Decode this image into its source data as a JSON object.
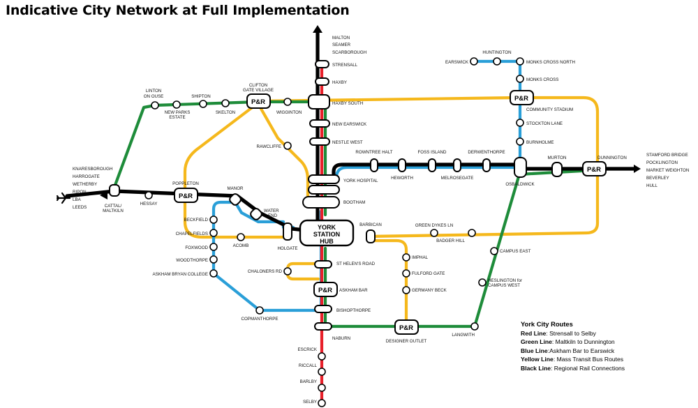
{
  "title": "Indicative City Network at Full Implementation",
  "colors": {
    "red": "#e8202a",
    "green": "#1e8c3a",
    "blue": "#2a9fd8",
    "yellow": "#f5b81c",
    "black": "#000000"
  },
  "hub": {
    "line1": "YORK",
    "line2": "STATION",
    "line3": "HUB"
  },
  "park_and_ride_label": "P&R",
  "north_destinations": [
    "MALTON",
    "SEAMER",
    "SCARBOROUGH"
  ],
  "east_destinations": [
    "STAMFORD BRIDGE",
    "POCKLINGTON",
    "MARKET WEIGHTON",
    "BEVERLEY",
    "HULL"
  ],
  "west_destinations": [
    "KNARESBOROUGH",
    "HARROGATE",
    "WETHERBY",
    "RIPON",
    "LBA",
    "LEEDS"
  ],
  "airport_icon": "airplane-icon",
  "stations": {
    "strensall": "STRENSALL",
    "haxby": "HAXBY",
    "haxby_south": "HAXBY SOUTH",
    "new_earswick": "NEW EARSWICK",
    "nestle_west": "NESTLE WEST",
    "york_hospital": "YORK HOSPITAL",
    "bootham": "BOOTHAM",
    "st_helens_road": "ST HELEN'S ROAD",
    "askham_bar": "ASKHAM BAR",
    "bishopthorpe": "BISHOPTHORPE",
    "naburn": "NABURN",
    "escrick": "ESCRICK",
    "riccall": "RICCALL",
    "barlby": "BARLBY",
    "selby": "SELBY",
    "linton_l1": "LINTON",
    "linton_l2": "ON OUSE",
    "shipton": "SHIPTON",
    "new_parks_l1": "NEW PARKS",
    "new_parks_l2": "ESTATE",
    "skelton": "SKELTON",
    "clifton_l1": "CLIFTON",
    "clifton_l2": "GATE VILLAGE",
    "wigginton": "WIGGINTON",
    "rawcliffe": "RAWCLIFFE",
    "cattal_l1": "CATTAL/",
    "cattal_l2": "MALTKILN",
    "hessay": "HESSAY",
    "poppleton": "POPPLETON",
    "manor": "MANOR",
    "water_l1": "WATER",
    "water_l2": "END",
    "holgate": "HOLGATE",
    "acomb": "ACOMB",
    "beckfield": "BECKFIELD",
    "chapelfields": "CHAPELFIELDS",
    "foxwood": "FOXWOOD",
    "woodthorpe": "WOODTHORPE",
    "askham_bryan": "ASKHAM BRYAN COLLEGE",
    "chaloners": "CHALONERS RD",
    "copmanthorpe": "COPMANTHORPE",
    "earswick": "EARSWICK",
    "huntington": "HUNTINGTON",
    "monks_cross_north": "MONKS CROSS NORTH",
    "monks_cross": "MONKS CROSS",
    "community_stadium": "COMMUNITY STADIUM",
    "stockton_lane": "STOCKTON LANE",
    "burnholme": "BURNHOLME",
    "rowntree_halt": "ROWNTREE HALT",
    "foss_island": "FOSS ISLAND",
    "derwenthorpe": "DERWENTHORPE",
    "heworth": "HEWORTH",
    "melrosegate": "MELROSEGATE",
    "osbaldwick": "OSBALDWICK",
    "murton": "MURTON",
    "dunnington": "DUNNINGTON",
    "barbican": "BARBICAN",
    "green_dykes": "GREEN DYKES LN",
    "badger_hill": "BADGER HILL",
    "campus_east": "CAMPUS EAST",
    "heslington_l1": "HESLINGTON for",
    "heslington_l2": "CAMPUS WEST",
    "langwith": "LANGWITH",
    "imphal": "IMPHAL",
    "fulford_gate": "FULFORD GATE",
    "germany_beck": "GERMANY BECK",
    "designer_outlet": "DESIGNER OUTLET"
  },
  "legend": {
    "title": "York City Routes",
    "rows": [
      {
        "name": "Red Line",
        "desc": ": Strensall to Selby"
      },
      {
        "name": "Green Line",
        "desc": ": Maltkiln to Dunnington"
      },
      {
        "name": "Blue Line",
        "desc": ":Askham Bar to Earswick"
      },
      {
        "name": "Yellow Line",
        "desc": ": Mass Transit Bus Routes"
      },
      {
        "name": "Black Line",
        "desc": ": Regional Rail Connections"
      }
    ]
  }
}
